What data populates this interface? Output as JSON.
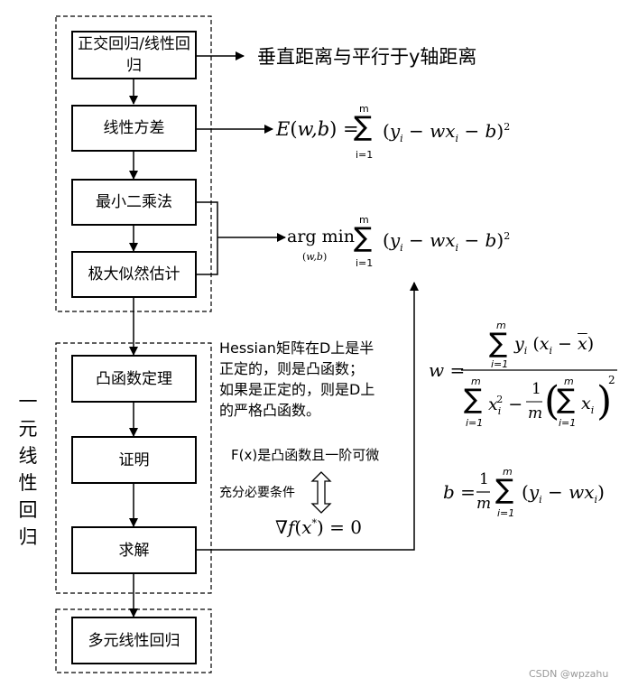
{
  "boxes": {
    "box1": "正交回归/线性回归",
    "box2": "线性方差",
    "box3": "最小二乘法",
    "box4": "极大似然估计",
    "box5": "凸函数定理",
    "box6": "证明",
    "box7": "求解",
    "box8": "多元线性回归"
  },
  "labels": {
    "distance": "垂直距离与平行于y轴距离",
    "side_label": "一元线性回归",
    "hessian": [
      "Hessian矩阵在D上是半",
      "正定的，则是凸函数；",
      "如果是正定的，则是D上",
      "的严格凸函数。"
    ],
    "convex_first_order": "F(x)是凸函数且一阶可微",
    "necessary": "充分必要条件",
    "watermark": "CSDN @wpzahu"
  },
  "formulas": {
    "variance": "E(w,b) = Σ_{i=1}^{m} (y_i − w x_i − b)^2",
    "argmin": "arg min_{(w,b)} Σ_{i=1}^{m} (y_i − w x_i − b)^2",
    "gradient": "∇f(x*) = 0",
    "w_solution": "w = Σ_{i=1}^{m} y_i (x_i − x̄) / (Σ_{i=1}^{m} x_i^2 − (1/m)(Σ_{i=1}^{m} x_i)^2)",
    "b_solution": "b = (1/m) Σ_{i=1}^{m} (y_i − w x_i)"
  }
}
